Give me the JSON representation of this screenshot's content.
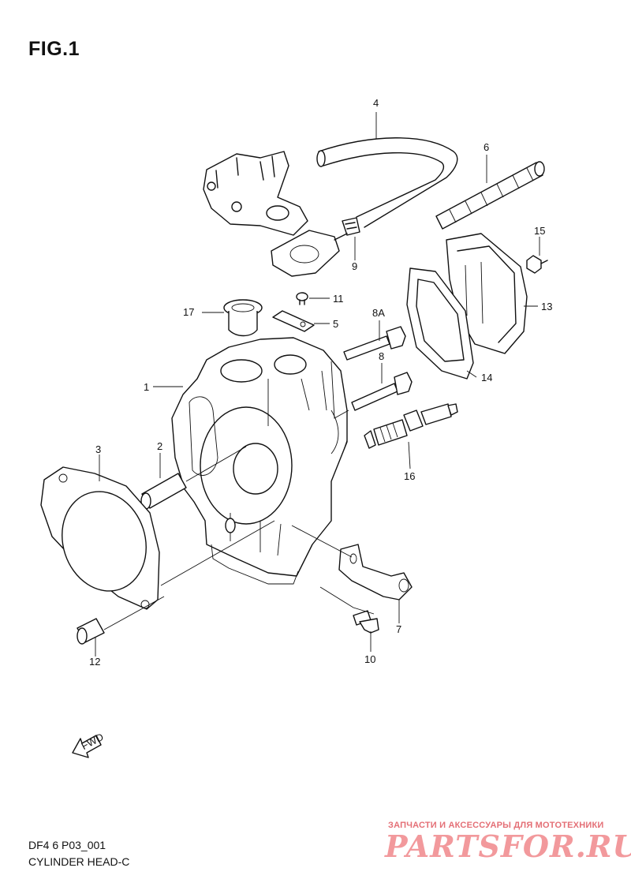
{
  "figure_title": "FIG.1",
  "diagram_code": "DF4 6 P03_001",
  "diagram_name": "CYLINDER HEAD-C",
  "fwd_label": "FWD",
  "callouts": {
    "p1": "1",
    "p2": "2",
    "p3": "3",
    "p4": "4",
    "p5": "5",
    "p6": "6",
    "p7": "7",
    "p8": "8",
    "p8a": "8A",
    "p9": "9",
    "p10": "10",
    "p11": "11",
    "p12": "12",
    "p13": "13",
    "p14": "14",
    "p15": "15",
    "p16": "16",
    "p17": "17"
  },
  "watermark": {
    "tagline": "ЗАПЧАСТИ И АКСЕССУАРЫ ДЛЯ МОТОТЕХНИКИ",
    "logo": "PARTSFOR.RU",
    "color": "#e9464d"
  }
}
